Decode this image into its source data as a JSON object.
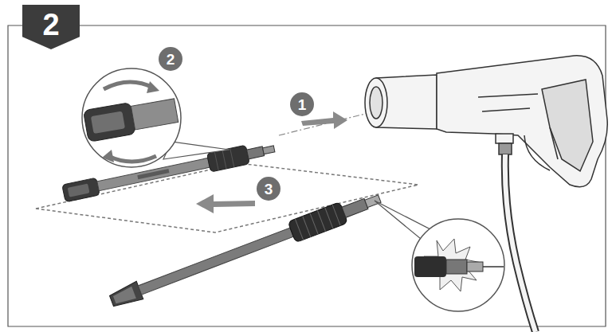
{
  "diagram": {
    "nodes": [
      {
        "text": [
          "2"
        ]
      },
      {
        "text": [
          "2"
        ]
      },
      {
        "text": [
          "1"
        ]
      },
      {
        "text": [
          "3"
        ]
      }
    ]
  }
}
